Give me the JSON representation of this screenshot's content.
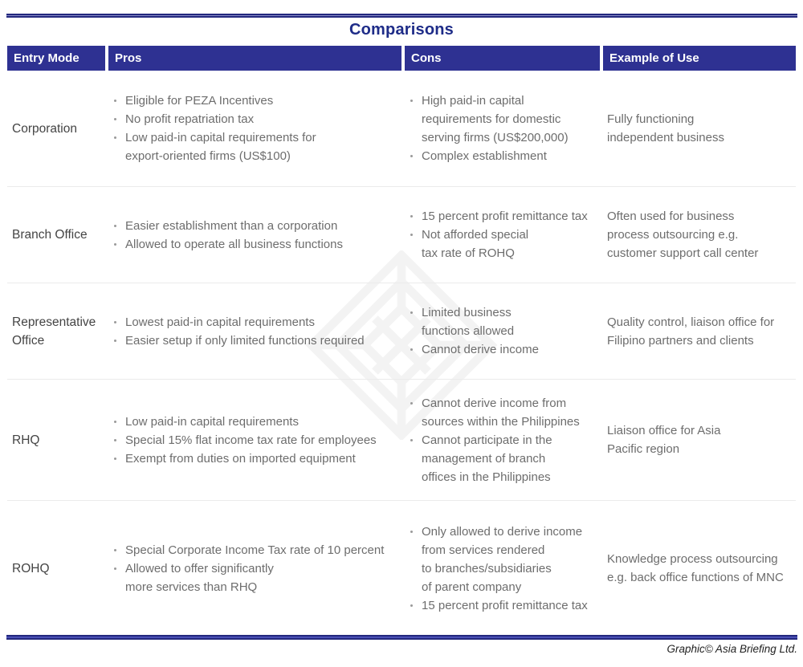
{
  "title": "Comparisons",
  "colors": {
    "navy_header": "#2e3192",
    "title_text": "#1e2c88",
    "row_separator": "#ebebeb",
    "body_text": "#6d6d6d",
    "entry_text": "#444444",
    "bullet": "#9a9a9a",
    "watermark": "#f3f3f3",
    "footer_text": "#222222"
  },
  "columns": {
    "entry_mode": "Entry Mode",
    "pros": "Pros",
    "cons": "Cons",
    "example": "Example of Use"
  },
  "rows": [
    {
      "entry_mode": "Corporation",
      "pros": [
        "Eligible for PEZA Incentives",
        "No profit repatriation tax",
        "Low paid-in capital requirements for\nexport-oriented firms (US$100)"
      ],
      "cons": [
        "High paid-in capital\nrequirements for domestic\nserving firms (US$200,000)",
        "Complex establishment"
      ],
      "example": "Fully functioning\nindependent business"
    },
    {
      "entry_mode": "Branch Office",
      "pros": [
        "Easier establishment than a corporation",
        "Allowed to operate all business functions"
      ],
      "cons": [
        "15 percent profit remittance tax",
        "Not afforded special\ntax rate of ROHQ"
      ],
      "example": "Often used for business\nprocess outsourcing e.g.\ncustomer support call center"
    },
    {
      "entry_mode": "Representative\nOffice",
      "pros": [
        "Lowest paid-in capital requirements",
        "Easier setup if only limited functions required"
      ],
      "cons": [
        "Limited business\nfunctions allowed",
        "Cannot derive income"
      ],
      "example": "Quality control, liaison office for\nFilipino partners and clients"
    },
    {
      "entry_mode": "RHQ",
      "pros": [
        "Low paid-in capital requirements",
        "Special 15% flat income tax rate for employees",
        "Exempt from duties on imported equipment"
      ],
      "cons": [
        "Cannot derive income from\nsources within the Philippines",
        "Cannot participate in the\nmanagement of branch\noffices in the Philippines"
      ],
      "example": "Liaison office for Asia\nPacific region"
    },
    {
      "entry_mode": "ROHQ",
      "pros": [
        "Special Corporate Income Tax rate of 10 percent",
        "Allowed to offer significantly\nmore services than RHQ"
      ],
      "cons": [
        "Only allowed to derive income\nfrom services rendered\nto branches/subsidiaries\nof parent company",
        "15 percent profit remittance tax"
      ],
      "example": "Knowledge process outsourcing\ne.g. back office functions of MNC"
    }
  ],
  "footer": {
    "credit": "Graphic© Asia Briefing Ltd."
  },
  "watermark_name": "asia-briefing-logo"
}
